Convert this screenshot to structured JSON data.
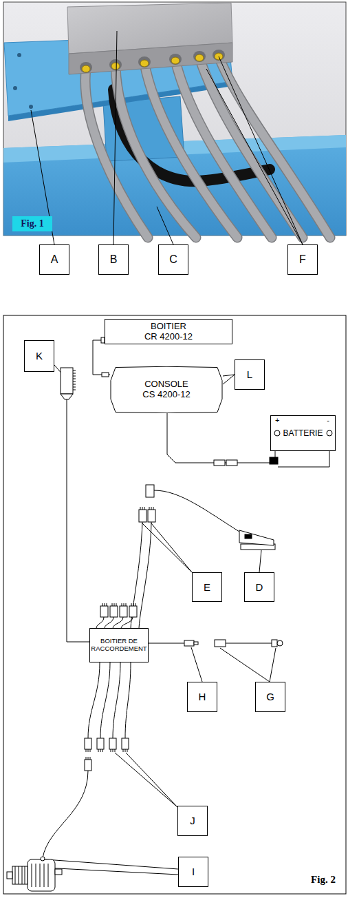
{
  "diagram": {
    "nodes": [
      {
        "text": [
          "A"
        ]
      },
      {
        "text": [
          "B"
        ]
      },
      {
        "text": [
          "C"
        ]
      },
      {
        "text": [
          "F"
        ]
      },
      {
        "text": [
          "BOITIER CR 4200-12"
        ]
      },
      {
        "text": [
          "K"
        ]
      },
      {
        "text": [
          "CONSOLE CS 4200-12"
        ]
      },
      {
        "text": [
          "L"
        ]
      },
      {
        "text": [
          "+",
          "-",
          "BATTERIE"
        ]
      },
      {
        "text": [
          "E"
        ]
      },
      {
        "text": [
          "D"
        ]
      },
      {
        "text": [
          "BOITIER DE RACCORDEMENT"
        ]
      },
      {
        "text": [
          "H"
        ]
      },
      {
        "text": [
          "G"
        ]
      },
      {
        "text": [
          "J"
        ]
      },
      {
        "text": [
          "I"
        ]
      }
    ],
    "edges": [
      {
        "from": 4,
        "to": 6,
        "arrow": "none"
      },
      {
        "from": 7,
        "to": 6,
        "arrow": "none"
      },
      {
        "from": 7,
        "to": 6,
        "arrow": "none"
      },
      {
        "from": 6,
        "to": 8,
        "arrow": "none"
      }
    ],
    "labels": [
      "Fig. 1",
      "Fig. 2"
    ]
  }
}
